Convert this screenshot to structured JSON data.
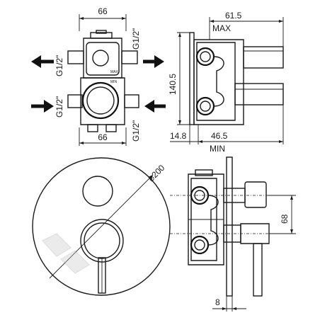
{
  "top_view": {
    "width_top": "66",
    "width_bottom": "66",
    "thread_left_top": "G1/2\"",
    "thread_right_top": "G1/2\"",
    "thread_left_bottom": "G1/2\"",
    "thread_right_bottom": "G1/2\"",
    "max_mark": "MAX",
    "min_mark": "MIN"
  },
  "side_view": {
    "depth_max": "61.5",
    "max_label": "MAX",
    "height": "140.5",
    "offset": "14.8",
    "depth_min": "46.5",
    "min_label": "MIN"
  },
  "front_view": {
    "diameter": "⌀200"
  },
  "profile_view": {
    "spacing": "68",
    "plate_thickness": "8"
  },
  "colors": {
    "line": "#1a1a1a",
    "watermark": "#c8c8c8"
  }
}
